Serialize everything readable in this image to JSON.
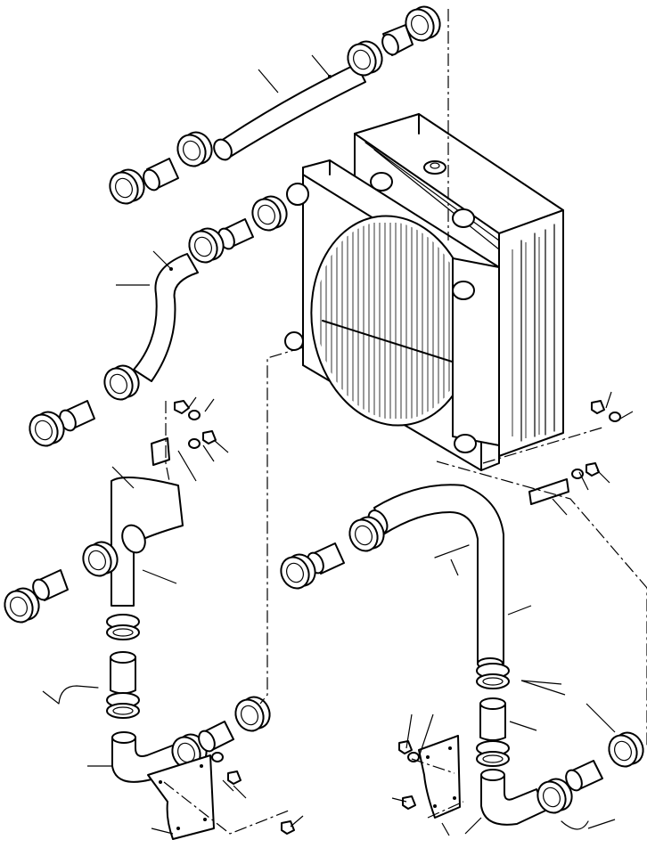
{
  "figure": {
    "kind": "exploded parts diagram",
    "parts": [
      "upper-hose",
      "upper-hose-clamp",
      "upper-hose-sleeve",
      "upper-left-hose",
      "left-return-hose",
      "left-bend-hose",
      "left-hose-sleeve",
      "left-bracket",
      "right-return-hose",
      "right-hose-sleeve",
      "right-bracket",
      "radiator-assembly",
      "fan-shroud",
      "bolt",
      "washer",
      "clip"
    ],
    "text": []
  },
  "colors": {
    "line": "#000000",
    "background": "#ffffff"
  }
}
